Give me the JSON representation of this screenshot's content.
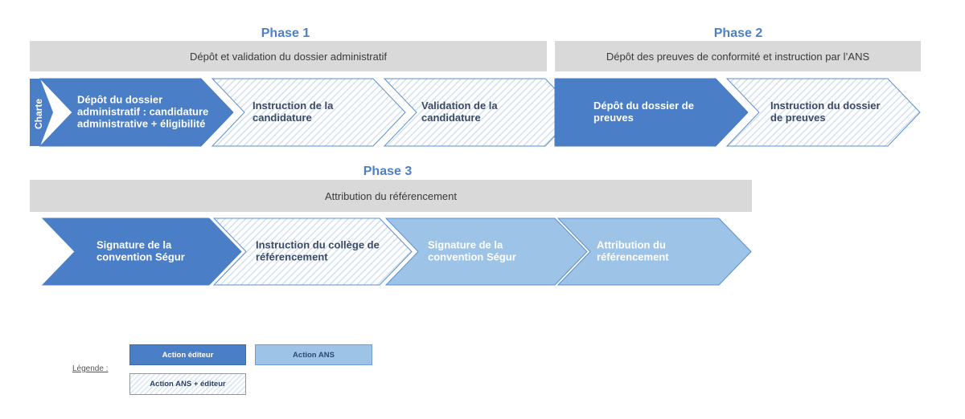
{
  "phases": [
    {
      "title": "Phase 1",
      "bar": "Dépôt et validation du dossier administratif"
    },
    {
      "title": "Phase 2",
      "bar": "Dépôt des preuves de conformité et instruction par l’ANS"
    },
    {
      "title": "Phase 3",
      "bar": "Attribution du référencement"
    }
  ],
  "charte_label": "Charte",
  "steps_row1": [
    {
      "lines": [
        "Dépôt du dossier",
        "administratif : candidature",
        "administrative + éligibilité"
      ],
      "style": "editor"
    },
    {
      "lines": [
        "Instruction de la",
        "candidature"
      ],
      "style": "both"
    },
    {
      "lines": [
        "Validation de la",
        "candidature"
      ],
      "style": "both"
    },
    {
      "lines": [
        "Dépôt du dossier de",
        "preuves"
      ],
      "style": "editor"
    },
    {
      "lines": [
        "Instruction du dossier",
        "de preuves"
      ],
      "style": "both"
    }
  ],
  "steps_row2": [
    {
      "lines": [
        "Signature de la",
        "convention Ségur"
      ],
      "style": "editor"
    },
    {
      "lines": [
        "Instruction du collège de",
        "référencement"
      ],
      "style": "both"
    },
    {
      "lines": [
        "Signature de la",
        "convention Ségur"
      ],
      "style": "ans"
    },
    {
      "lines": [
        "Attribution du",
        "référencement"
      ],
      "style": "ans"
    }
  ],
  "legend": {
    "label": "Légende :",
    "editor": "Action éditeur",
    "ans": "Action ANS",
    "both": "Action ANS + éditeur"
  },
  "colors": {
    "editor_fill": "#4a7ec6",
    "ans_fill": "#9dc3e6",
    "hatch_line": "#d3e0f0",
    "outline": "#5b8fd0",
    "phase_title": "#4e7fc4",
    "bar_bg": "#d9d9d9"
  }
}
